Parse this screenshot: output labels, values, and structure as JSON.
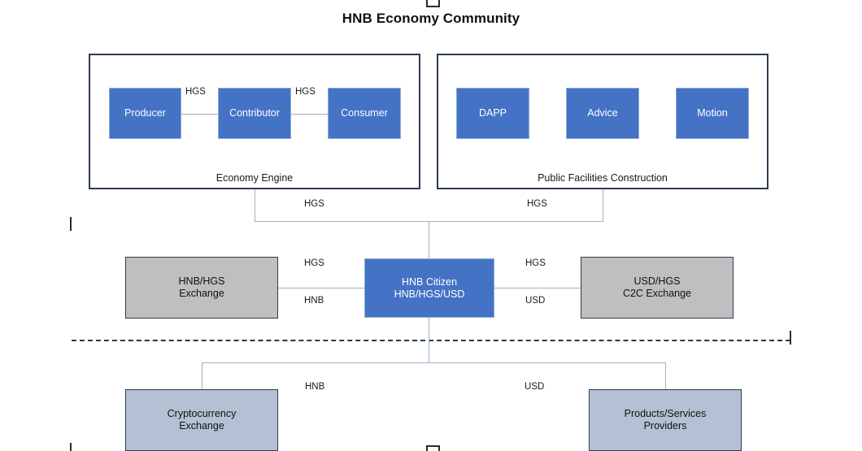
{
  "diagram": {
    "title": "HNB Economy Community",
    "groups": [
      {
        "id": "economy-engine",
        "label": "Economy Engine",
        "nodes": [
          {
            "id": "producer",
            "label": "Producer",
            "style": "blue"
          },
          {
            "id": "contributor",
            "label": "Contributor",
            "style": "blue"
          },
          {
            "id": "consumer",
            "label": "Consumer",
            "style": "blue"
          }
        ],
        "edge_labels": [
          "HGS",
          "HGS"
        ]
      },
      {
        "id": "public-facilities-construction",
        "label": "Public Facilities Construction",
        "nodes": [
          {
            "id": "dapp",
            "label": "DAPP",
            "style": "blue"
          },
          {
            "id": "advice",
            "label": "Advice",
            "style": "blue"
          },
          {
            "id": "motion",
            "label": "Motion",
            "style": "blue"
          }
        ],
        "edge_labels": []
      }
    ],
    "trunk_labels": {
      "left": "HGS",
      "right": "HGS"
    },
    "middle_row": {
      "left_node": {
        "id": "hnb-hgs-exchange",
        "label": "HNB/HGS\nExchange",
        "style": "gray"
      },
      "center_node": {
        "id": "hnb-citizen",
        "label": "HNB Citizen\nHNB/HGS/USD",
        "style": "blue"
      },
      "right_node": {
        "id": "usd-hgs-c2c-exchange",
        "label": "USD/HGS\nC2C Exchange",
        "style": "gray"
      },
      "edge_labels": {
        "left_top": "HGS",
        "left_bottom": "HNB",
        "right_top": "HGS",
        "right_bottom": "USD"
      }
    },
    "bottom_row": {
      "left_node": {
        "id": "cryptocurrency-exchange",
        "label": "Cryptocurrency\nExchange",
        "style": "steel"
      },
      "right_node": {
        "id": "products-services-providers",
        "label": "Products/Services\nProviders",
        "style": "steel"
      },
      "edge_labels": {
        "left": "HNB",
        "right": "USD"
      }
    },
    "colors": {
      "node_blue": "#4472C4",
      "node_gray": "#BFBFBF",
      "node_steel": "#B4C0D3",
      "group_border": "#2B3C51",
      "connector": "#9FB0C6",
      "divider": "#253850",
      "text_dark": "#1A1A1A",
      "text_light": "#FFFFFF"
    }
  }
}
